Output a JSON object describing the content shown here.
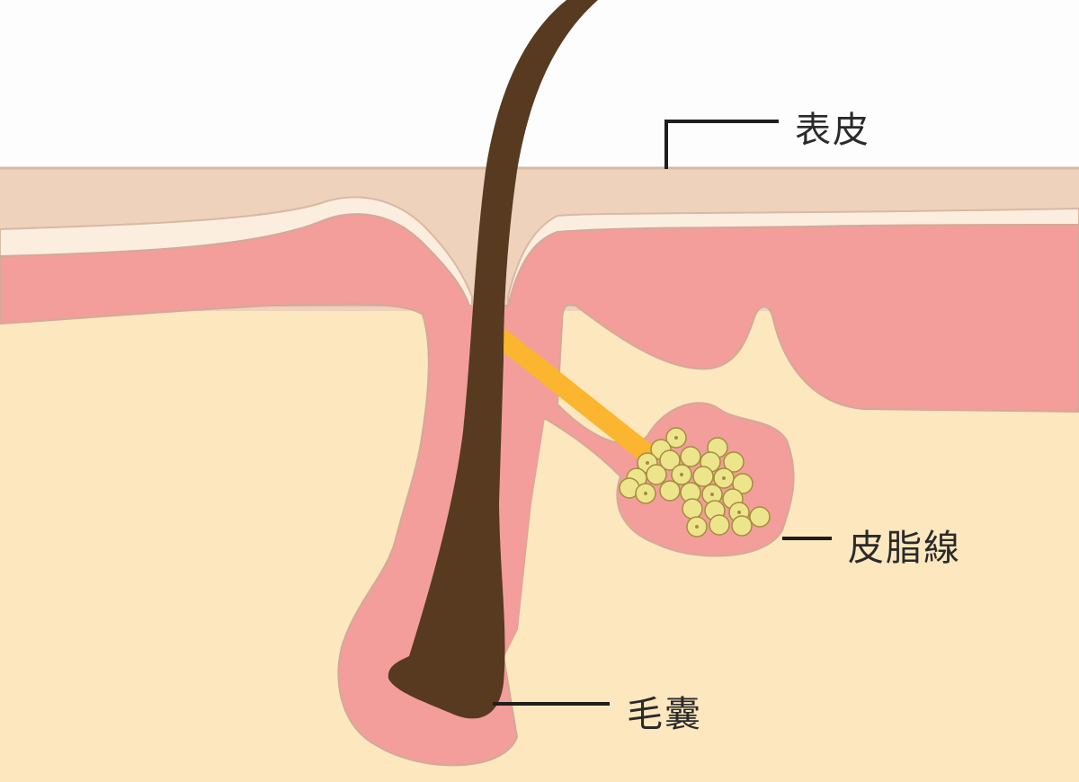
{
  "diagram": {
    "type": "anatomical-cross-section",
    "subject": "skin hair follicle",
    "labels": {
      "epidermis": "表皮",
      "sebaceous_gland": "皮脂線",
      "hair_follicle": "毛囊"
    },
    "colors": {
      "background": "#fdfdfd",
      "epidermis": "#eed2bc",
      "epidermis_edge": "#d9b9a2",
      "basal_layer": "#fbeedf",
      "dermis_pink": "#f39e9b",
      "dermis_edge": "#d2aa98",
      "subcutis": "#fde7be",
      "hair": "#573a20",
      "sebum_duct": "#fbb52f",
      "gland_cell": "#ece58c",
      "gland_cell_edge": "#a58c3e",
      "leader_line": "#1e1e1e"
    }
  }
}
